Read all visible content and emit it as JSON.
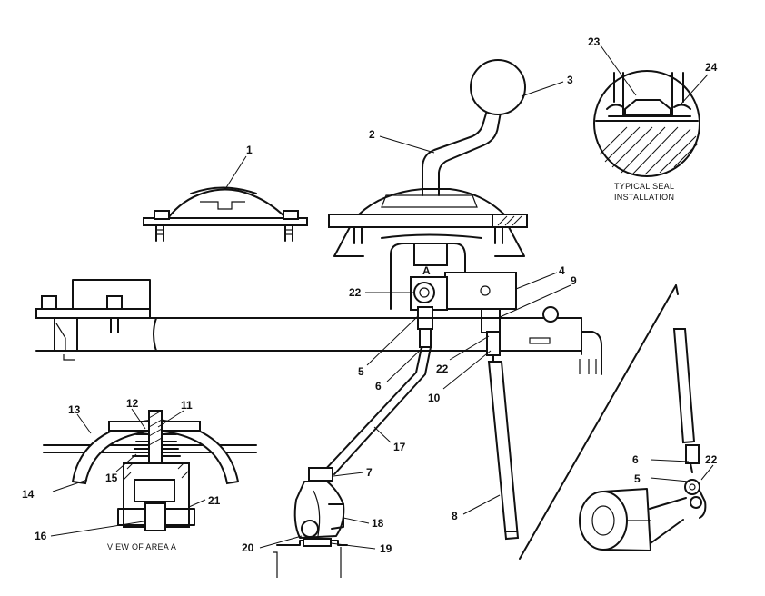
{
  "callouts": {
    "c1": "1",
    "c2": "2",
    "c3": "3",
    "c4": "4",
    "c5": "5",
    "c6": "6",
    "c7": "7",
    "c8": "8",
    "c9": "9",
    "c10": "10",
    "c11": "11",
    "c12": "12",
    "c13": "13",
    "c14": "14",
    "c15": "15",
    "c16": "16",
    "c17": "17",
    "c18": "18",
    "c19": "19",
    "c20": "20",
    "c21": "21",
    "c22": "22",
    "c23": "23",
    "c24": "24",
    "c22b": "22",
    "c22c": "22",
    "c5b": "5",
    "c6b": "6",
    "detail_a": "A"
  },
  "captions": {
    "seal_line1": "TYPICAL SEAL",
    "seal_line2": "INSTALLATION",
    "view_area": "VIEW OF AREA  A"
  }
}
